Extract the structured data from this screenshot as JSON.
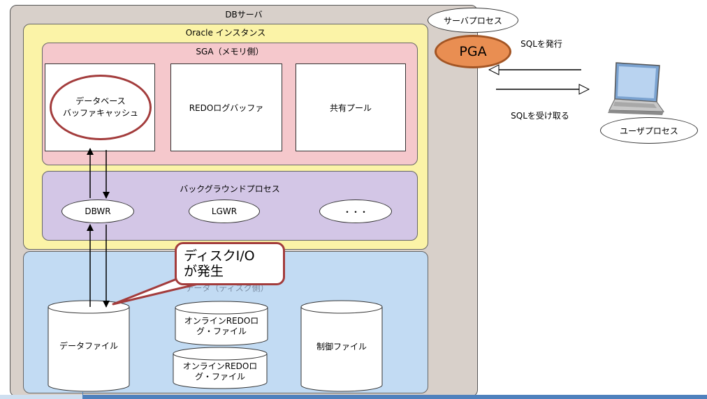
{
  "server": {
    "title": "DBサーバ"
  },
  "instance": {
    "title": "Oracle インスタンス"
  },
  "sga": {
    "title": "SGA（メモリ側）",
    "boxes": [
      "データベース\nバッファキャッシュ",
      "REDOログバッファ",
      "共有プール"
    ]
  },
  "background": {
    "title": "バックグラウンドプロセス",
    "processes": [
      "DBWR",
      "LGWR",
      "・・・"
    ]
  },
  "storage": {
    "title_partial": "データ（ディスク側）",
    "files": {
      "datafile": "データファイル",
      "redo1": "オンラインREDOロ\nグ・ファイル",
      "redo2": "オンラインREDOロ\nグ・ファイル",
      "control": "制御ファイル"
    }
  },
  "callout": {
    "text": "ディスクI/O\nが発生"
  },
  "server_process": {
    "label": "サーバプロセス",
    "pga": "PGA"
  },
  "client": {
    "send_sql": "SQLを発行",
    "receive_sql": "SQLを受け取る",
    "user_process": "ユーザプロセス"
  },
  "colors": {
    "server": "#d8d0ca",
    "instance": "#fbf3a7",
    "sga": "#f5c8cc",
    "background": "#d3c6e6",
    "storage": "#c2dbf3",
    "pga": "#e98e52",
    "highlight": "#a33c3c"
  }
}
